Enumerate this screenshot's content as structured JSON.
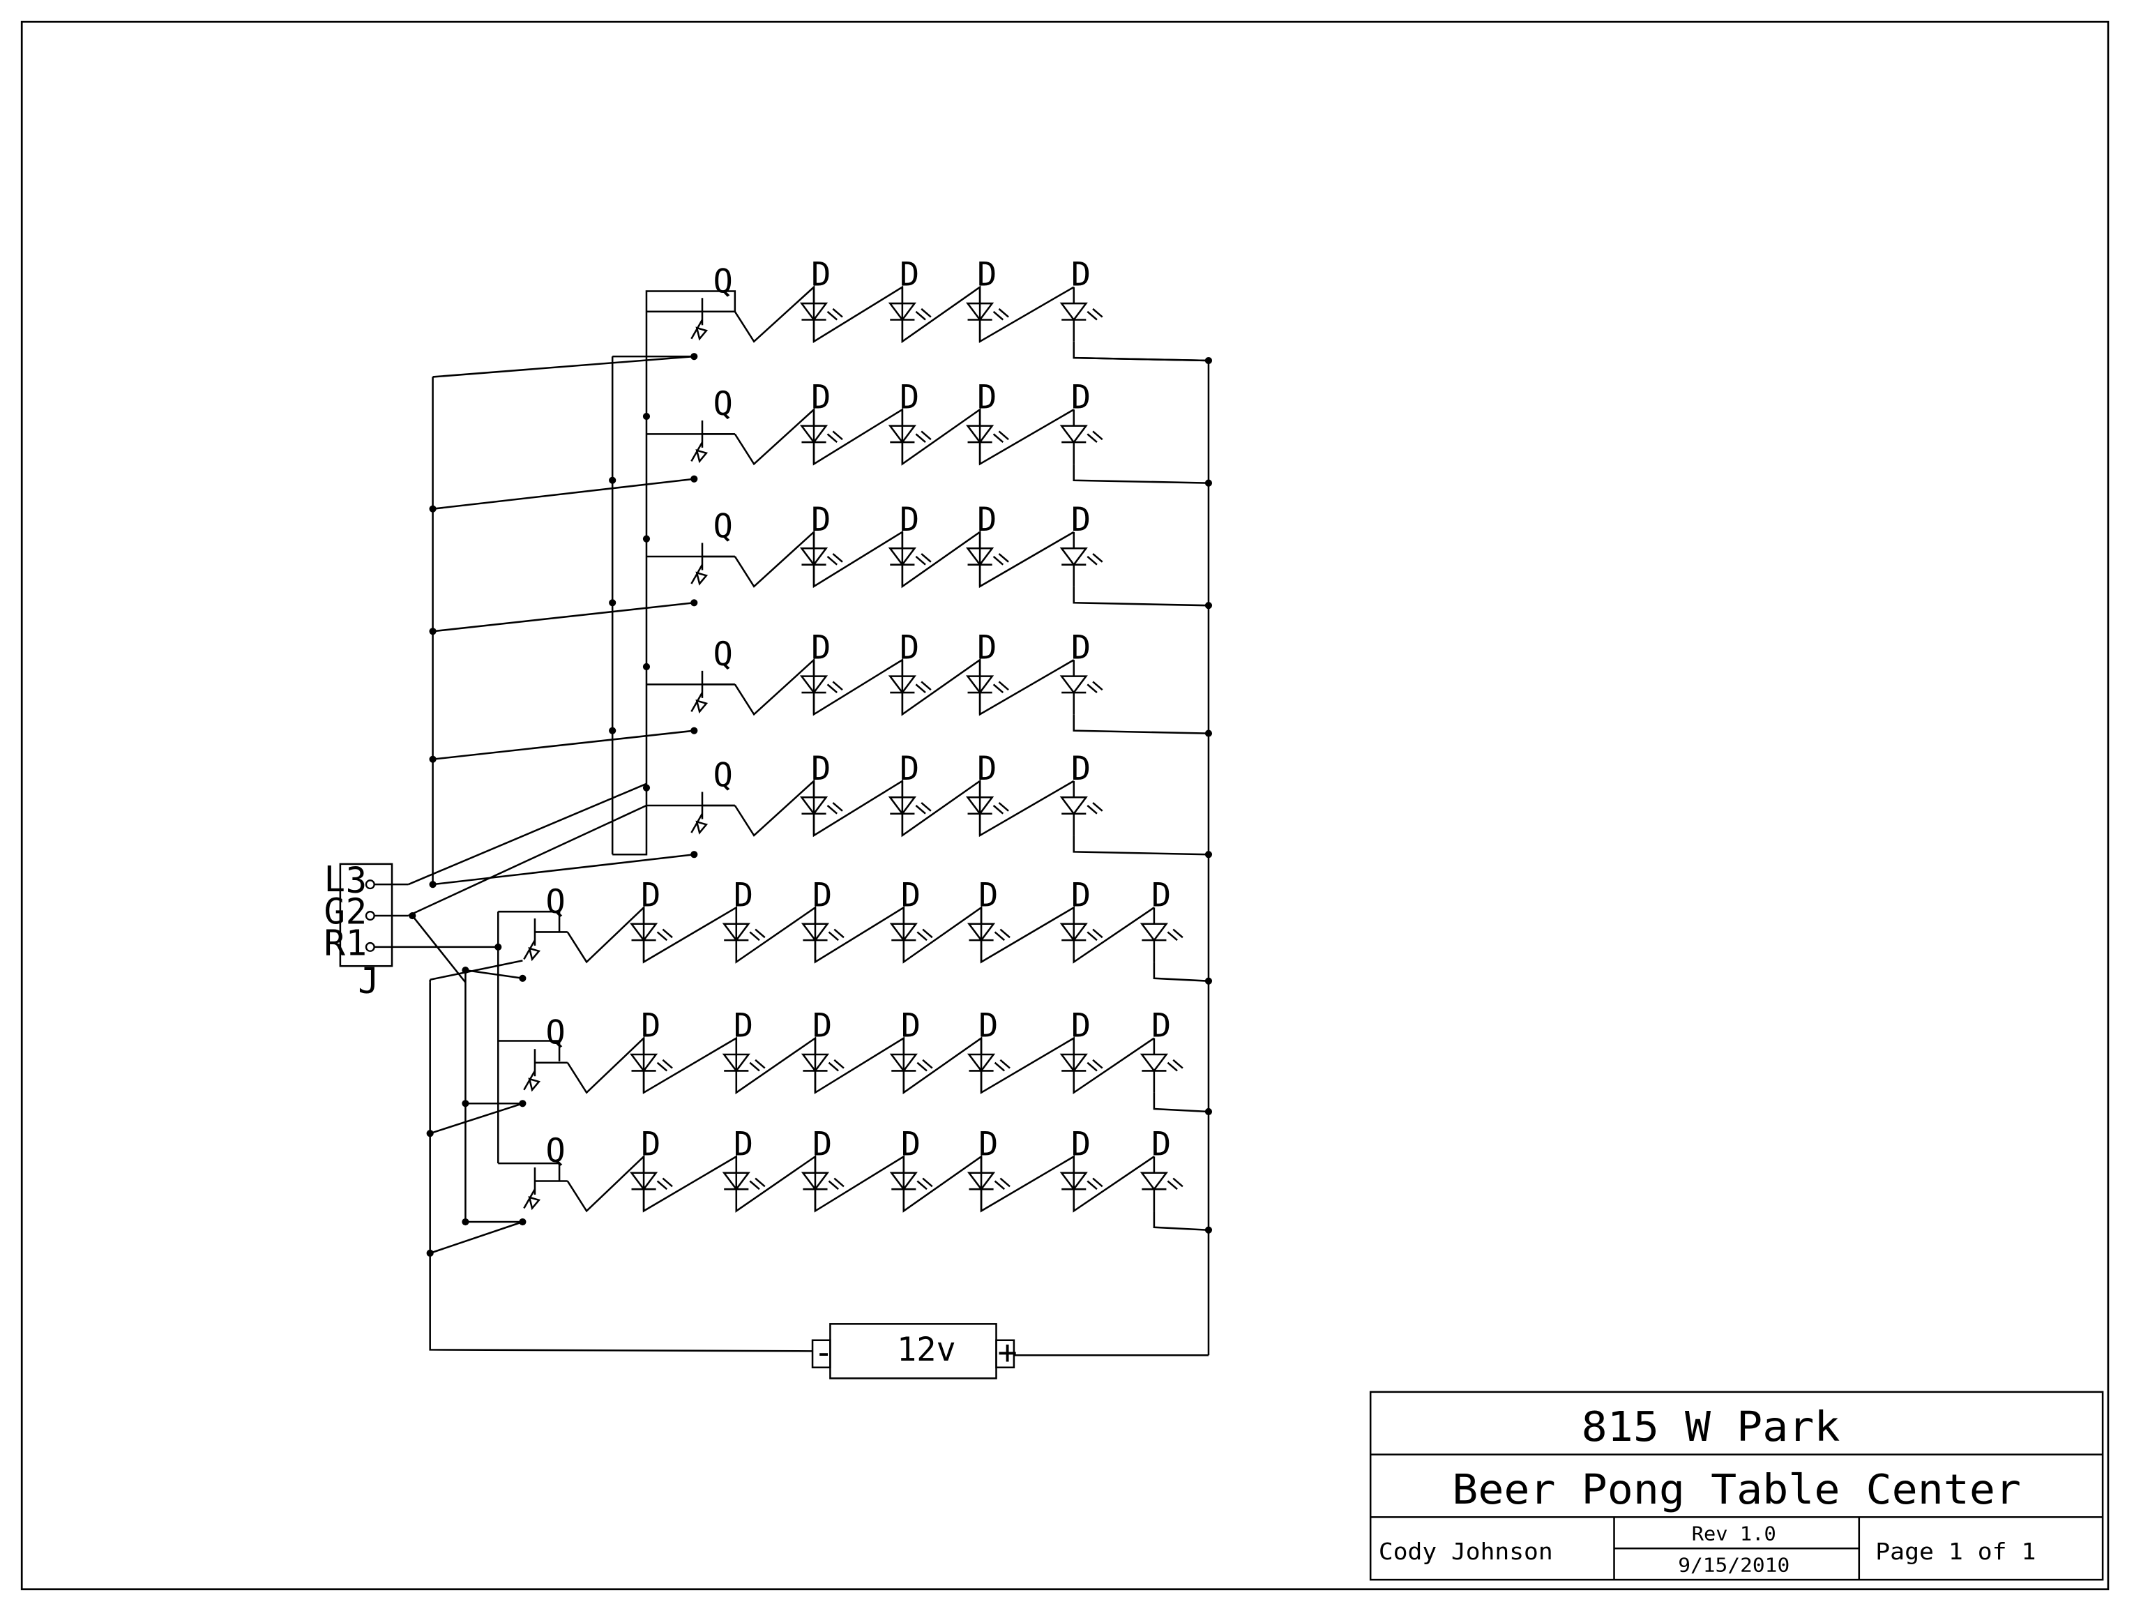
{
  "title_block": {
    "location": "815 W Park",
    "title": "Beer Pong Table Center",
    "author": "Cody Johnson",
    "revision": "Rev 1.0",
    "date": "9/15/2010",
    "page": "Page 1 of 1"
  },
  "connector": {
    "ref": "J",
    "pins": [
      {
        "num": "3",
        "signal": "L"
      },
      {
        "num": "2",
        "signal": "G"
      },
      {
        "num": "1",
        "signal": "R"
      }
    ]
  },
  "battery": {
    "label": "12v",
    "neg": "-",
    "pos": "+"
  },
  "component_labels": {
    "transistor": "Q",
    "led": "D"
  },
  "rows": [
    {
      "group": "upper",
      "led_count": 4
    },
    {
      "group": "upper",
      "led_count": 4
    },
    {
      "group": "upper",
      "led_count": 4
    },
    {
      "group": "upper",
      "led_count": 4
    },
    {
      "group": "upper",
      "led_count": 4
    },
    {
      "group": "lower",
      "led_count": 7
    },
    {
      "group": "lower",
      "led_count": 7
    },
    {
      "group": "lower",
      "led_count": 7
    }
  ]
}
